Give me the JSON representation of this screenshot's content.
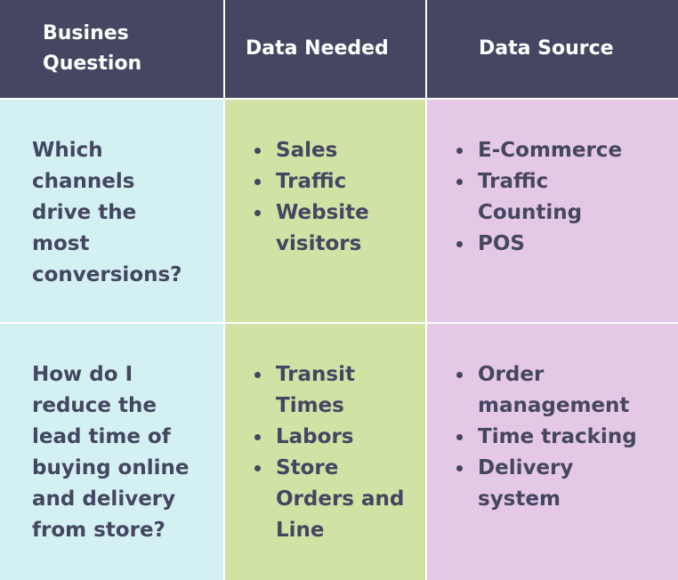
{
  "header": {
    "col1": "Busines Question",
    "col2": "Data Needed",
    "col3": "Data Source"
  },
  "rows": [
    {
      "question": "Which channels drive the most conversions?",
      "data_needed": [
        "Sales",
        "Traffic",
        "Website visitors"
      ],
      "data_source": [
        "E-Commerce",
        "Traffic Counting",
        "POS"
      ]
    },
    {
      "question": "How do I reduce the lead time of buying online and delivery from store?",
      "data_needed": [
        "Transit Times",
        "Labors",
        "Store Orders and Line"
      ],
      "data_source": [
        "Order management",
        "Time tracking",
        "Delivery system"
      ]
    }
  ],
  "colors": {
    "header_bg": "#454661",
    "question_bg": "#d3f1f2",
    "needed_bg": "#d0e2a4",
    "source_bg": "#e5c8e6",
    "text": "#454661"
  }
}
